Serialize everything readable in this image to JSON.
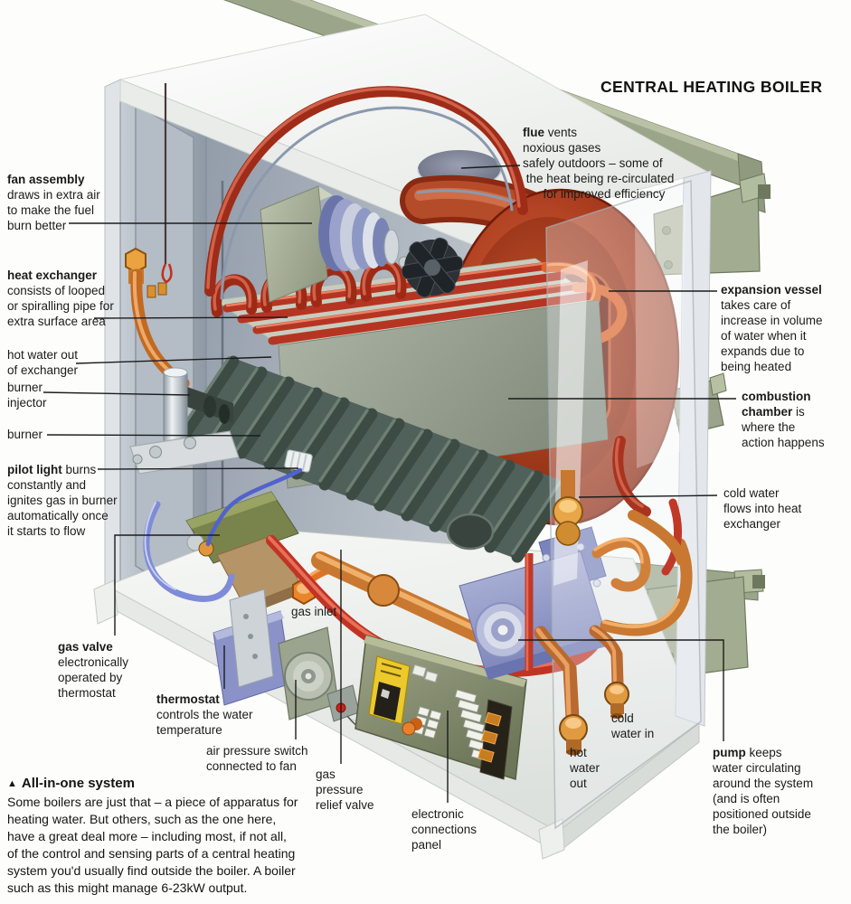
{
  "title": "CENTRAL HEATING BOILER",
  "labels": {
    "flue": {
      "term": "flue",
      "text": " vents\nnoxious gases\nsafely outdoors – some of\n the heat being re-circulated\n      for improved efficiency"
    },
    "fan_assembly": {
      "term": "fan assembly",
      "text": "\ndraws in extra air\nto make the fuel\nburn better"
    },
    "heat_exchanger": {
      "term": "heat exchanger",
      "text": "\nconsists of looped\nor spiralling pipe for\nextra surface area"
    },
    "hot_water_out_exchanger": {
      "term": "",
      "text": "hot water out\nof exchanger"
    },
    "burner_injector": {
      "term": "",
      "text": "burner\ninjector"
    },
    "burner": {
      "term": "",
      "text": "burner"
    },
    "pilot_light": {
      "term": "pilot light",
      "text": " burns\nconstantly and\nignites gas in burner\nautomatically once\nit starts to flow"
    },
    "gas_valve": {
      "term": "gas valve",
      "text": "\nelectronically\noperated by\nthermostat"
    },
    "thermostat": {
      "term": "thermostat",
      "text": "\ncontrols the water\ntemperature"
    },
    "air_pressure_switch": {
      "term": "",
      "text": "air pressure switch\nconnected to fan"
    },
    "gas_inlet": {
      "term": "",
      "text": "gas inlet"
    },
    "gas_pressure_relief_valve": {
      "term": "",
      "text": "gas\npressure\nrelief valve"
    },
    "electronic_connections_panel": {
      "term": "",
      "text": "electronic\nconnections\npanel"
    },
    "hot_water_out": {
      "term": "",
      "text": "hot\nwater\nout"
    },
    "cold_water_in": {
      "term": "",
      "text": "cold\nwater in"
    },
    "pump": {
      "term": "pump",
      "text": " keeps\nwater circulating\naround the system\n(and is often\npositioned outside\nthe boiler)"
    },
    "expansion_vessel": {
      "term": "expansion vessel",
      "text": "\ntakes care of\nincrease in volume\nof water when it\nexpands due to\nbeing heated"
    },
    "combustion_chamber": {
      "term": "combustion\nchamber",
      "text": " is\nwhere the\naction happens"
    },
    "cold_water_flows": {
      "term": "",
      "text": "cold water\nflows into heat\nexchanger"
    }
  },
  "caption": {
    "icon": "▲",
    "heading": "All-in-one system",
    "body": "Some boilers are just that – a piece of apparatus for\nheating water. But others, such as the one here,\nhave a great deal more – including most, if not all,\nof the control and sensing parts of a central heating\nsystem you'd usually find outside the boiler. A boiler\nsuch as this might manage 6-23kW output."
  },
  "palette": {
    "ink": "#1b1b1b",
    "casing_white": "#f2f3f1",
    "vessel_red": "#b03318",
    "pipe_red": "#c03424",
    "copper": "#c87830",
    "brass": "#e8a03c",
    "bracket_olive": "#9ba58a",
    "panel_olive": "#8a9178",
    "fin_teal": "#3c4c44",
    "component_blue": "#8890c8",
    "switch_yellow": "#ecc92c"
  }
}
